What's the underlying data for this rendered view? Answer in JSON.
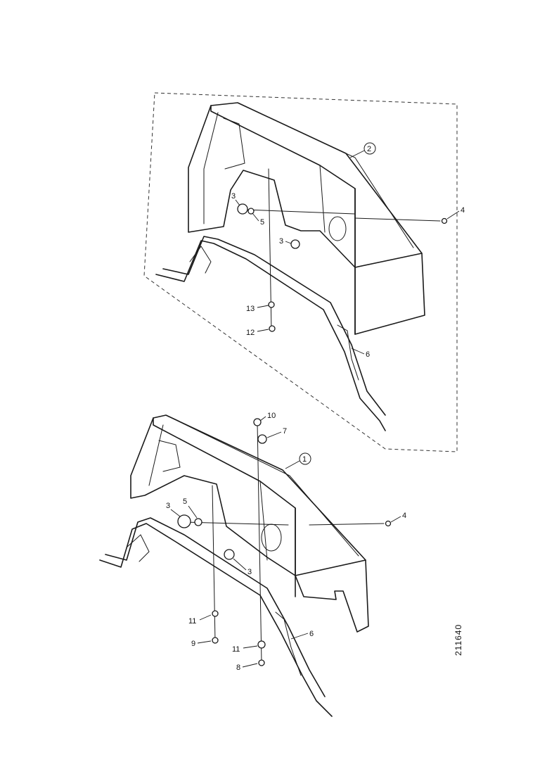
{
  "drawing_number": "211640",
  "upper_assembly": {
    "circled_label": "2",
    "labels": {
      "item_3a": "3",
      "item_5": "5",
      "item_3b": "3",
      "item_4": "4",
      "item_13": "13",
      "item_12": "12",
      "item_6": "6"
    }
  },
  "lower_assembly": {
    "circled_label": "1",
    "labels": {
      "item_10": "10",
      "item_7": "7",
      "item_3a": "3",
      "item_5": "5",
      "item_4": "4",
      "item_3b": "3",
      "item_11a": "11",
      "item_9": "9",
      "item_11b": "11",
      "item_8": "8",
      "item_6": "6"
    }
  }
}
